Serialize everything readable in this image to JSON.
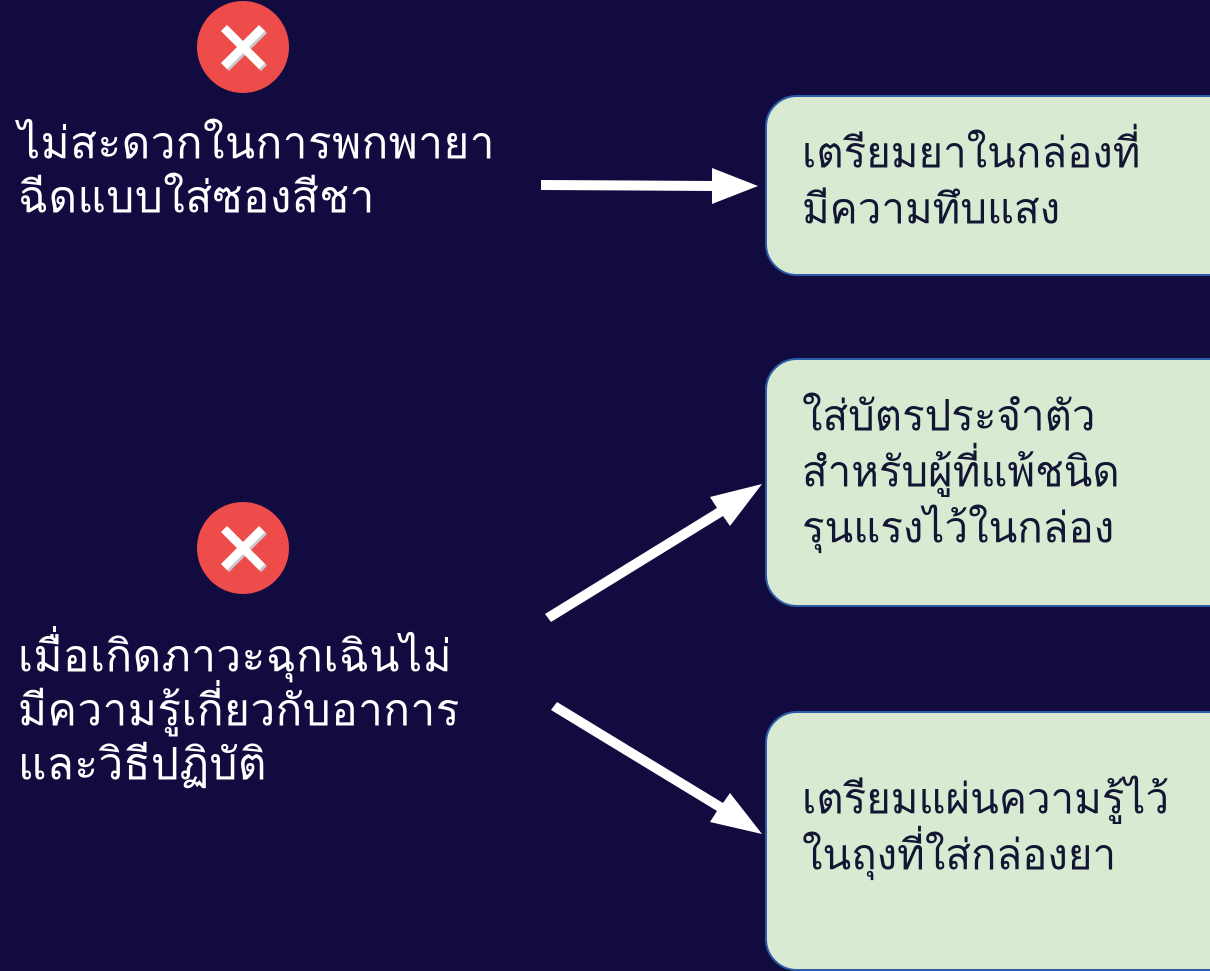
{
  "colors": {
    "background": "#120b3f",
    "box_fill": "#d9ead3",
    "box_border": "#2b5ca8",
    "box_text": "#121633",
    "icon_red": "#ee4b4b",
    "icon_shadow": "#c8c8d0",
    "arrow": "#ffffff"
  },
  "problems": [
    {
      "icon": "close-icon",
      "lines": [
        "ไม่สะดวกในการพกพายา",
        "ฉีดแบบใส่ซองสีชา"
      ]
    },
    {
      "icon": "close-icon",
      "lines": [
        "เมื่อเกิดภาวะฉุกเฉินไม่",
        "มีความรู้เกี่ยวกับอาการ",
        "และวิธีปฏิบัติ"
      ]
    }
  ],
  "solutions": [
    {
      "lines": [
        "เตรียมยาในกล่องที่",
        "มีความทึบแสง"
      ]
    },
    {
      "lines": [
        "ใส่บัตรประจำตัว",
        "สำหรับผู้ที่แพ้ชนิด",
        "รุนแรงไว้ในกล่อง"
      ]
    },
    {
      "lines": [
        "เตรียมแผ่นความรู้ไว้",
        "ในถุงที่ใส่กล่องยา"
      ]
    }
  ]
}
